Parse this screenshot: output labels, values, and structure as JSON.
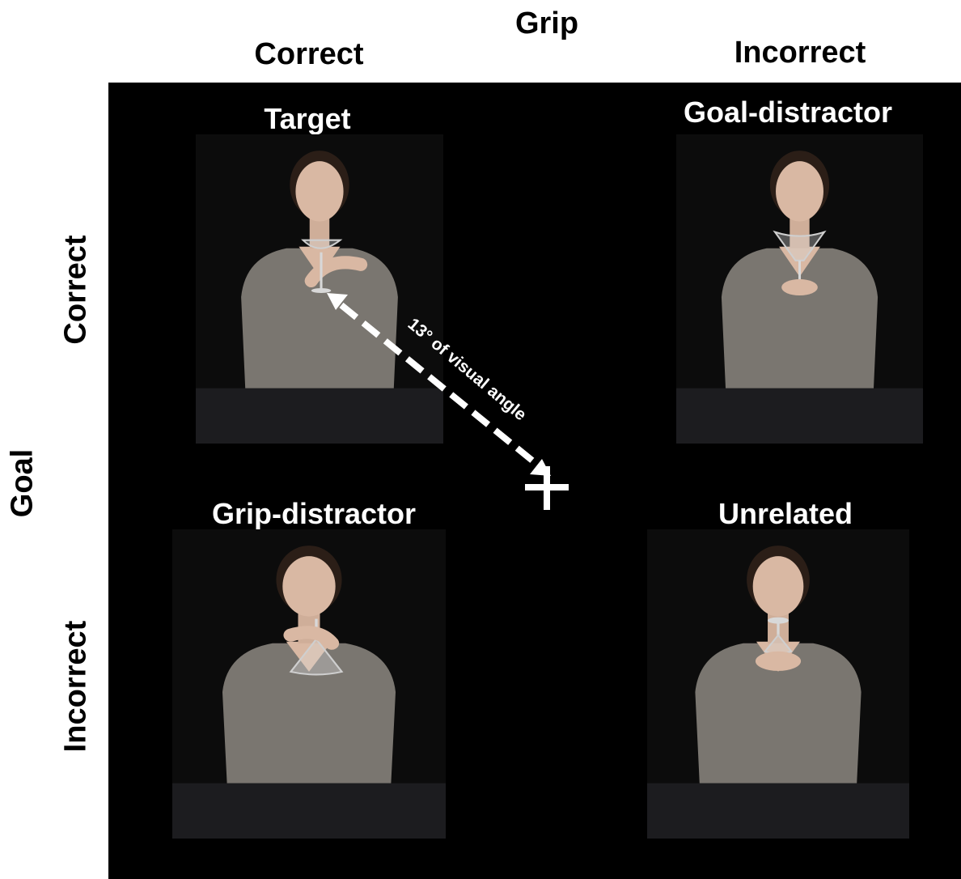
{
  "headers": {
    "grip": "Grip",
    "grip_correct": "Correct",
    "grip_incorrect": "Incorrect",
    "goal": "Goal",
    "goal_correct": "Correct",
    "goal_incorrect": "Incorrect"
  },
  "panels": {
    "target": {
      "label": "Target"
    },
    "goal_distractor": {
      "label": "Goal-distractor"
    },
    "grip_distractor": {
      "label": "Grip-distractor"
    },
    "unrelated": {
      "label": "Unrelated"
    }
  },
  "annotation": {
    "angle_label": "13° of visual angle",
    "fixation_icon": "fixation-cross-icon",
    "arrow_icon": "double-headed-dashed-arrow-icon"
  },
  "colors": {
    "stage_background": "#000000",
    "annotation": "#ffffff",
    "sweater": "#7a7670",
    "skin": "#d9b8a3",
    "hair": "#2b1e17",
    "table": "#1c1c1f"
  }
}
